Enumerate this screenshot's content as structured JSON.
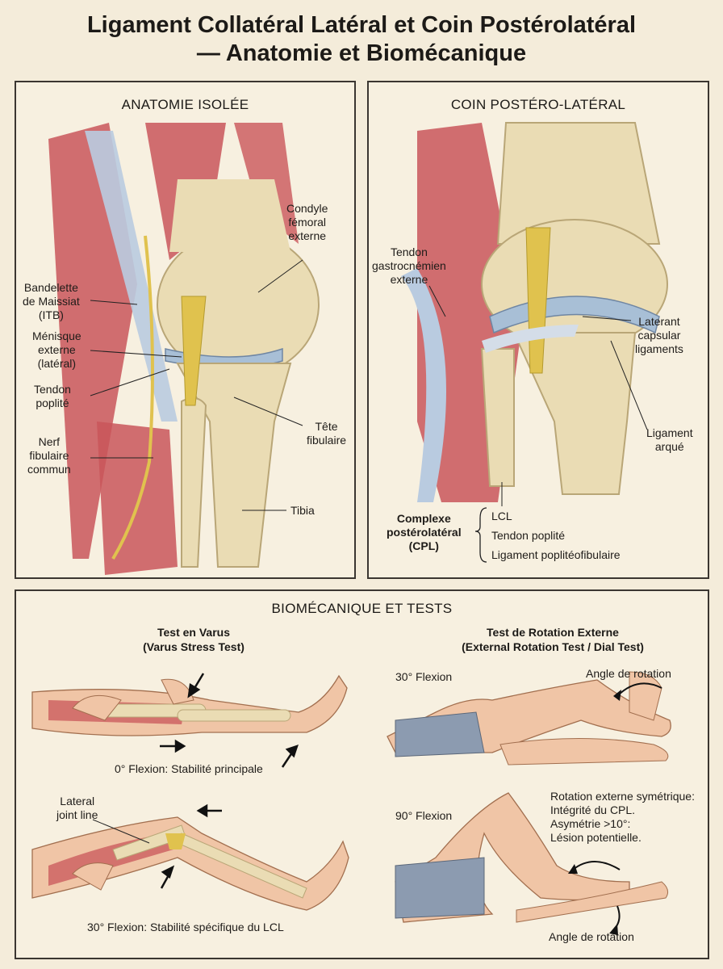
{
  "title": {
    "line1": "Ligament Collatéral Latéral et Coin Postérolatéral",
    "line2": "— Anatomie et Biomécanique"
  },
  "panels": {
    "anatomy": {
      "title": "ANATOMIE ISOLÉE",
      "labels": {
        "condyle": "Condyle\nfémoral\nexterne",
        "itb": "Bandelette\nde Maissiat\n(ITB)",
        "menisque": "Ménisque\nexterne\n(latéral)",
        "tendon_poplite": "Tendon\npoplité",
        "nerf": "Nerf\nfibulaire\ncommun",
        "tete_fibulaire": "Tête\nfibulaire",
        "tibia": "Tibia"
      }
    },
    "corner": {
      "title": "COIN POSTÉRO-LATÉRAL",
      "labels": {
        "gastro": "Tendon\ngastrocnémien\nexterne",
        "laterant": "Laterant\ncapsular\nligaments",
        "arque": "Ligament\narqué"
      },
      "complex": {
        "name": "Complexe\npostérolatéral\n(CPL)",
        "items": [
          "LCL",
          "Tendon poplité",
          "Ligament poplitéofibulaire"
        ]
      }
    },
    "bio": {
      "title": "BIOMÉCANIQUE ET TESTS",
      "varus": {
        "title": "Test en Varus",
        "subtitle": "(Varus Stress Test)",
        "caption_0": "0° Flexion: Stabilité principale",
        "lateral_joint_line": "Lateral\njoint line",
        "caption_30": "30° Flexion: Stabilité spécifique du LCL"
      },
      "dial": {
        "title": "Test de Rotation Externe",
        "subtitle": "(External Rotation Test / Dial Test)",
        "flexion_30": "30° Flexion",
        "angle_top": "Angle de rotation",
        "flexion_90": "90° Flexion",
        "note": "Rotation externe symétrique:\nIntégrité du CPL.\nAsymétrie >10°:\nLésion potentielle.",
        "angle_bottom": "Angle de rotation"
      }
    }
  },
  "colors": {
    "background": "#f4ecda",
    "muscle": "#c9565a",
    "bone": "#eadcb4",
    "tendon": "#e0c24e",
    "ligament": "#a8bfd6",
    "skin": "#f0c5a6",
    "shorts": "#8c9bb0"
  }
}
